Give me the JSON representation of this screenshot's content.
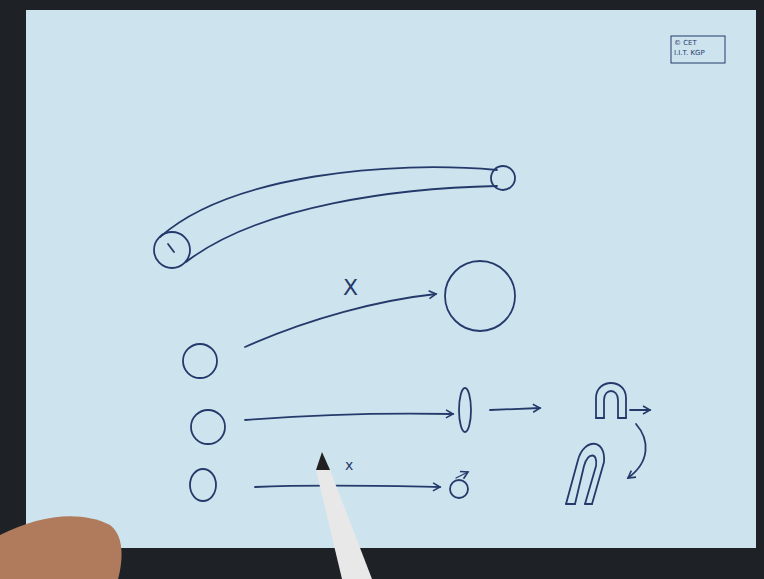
{
  "diagram": {
    "labels": [
      "© CET",
      "I.I.T. KGP",
      "X",
      "x"
    ]
  }
}
